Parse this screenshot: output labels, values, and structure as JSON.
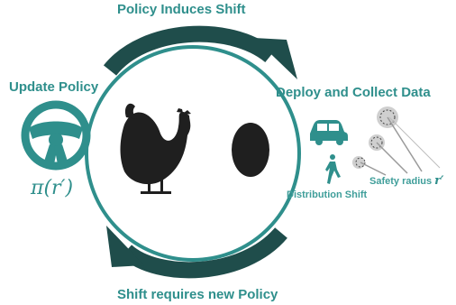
{
  "labels": {
    "top_arrow": "Policy Induces Shift",
    "bottom_arrow": "Shift requires new Policy",
    "left_title": "Update Policy",
    "policy_math": "π(r′)",
    "right_title": "Deploy and Collect Data",
    "distribution_shift": "Distribution Shift",
    "safety_radius_text": "Safety radius ",
    "safety_radius_math": "r′"
  },
  "colors": {
    "teal": "#2f8f8c",
    "dark_teal": "#1f4d4b",
    "silhouette": "#1f1f1f",
    "light_gray": "#cfcfcf",
    "mid_gray": "#9a9a9a"
  },
  "icons": [
    "steering-wheel-icon",
    "chicken-icon",
    "egg-icon",
    "car-icon",
    "pedestrian-icon"
  ]
}
